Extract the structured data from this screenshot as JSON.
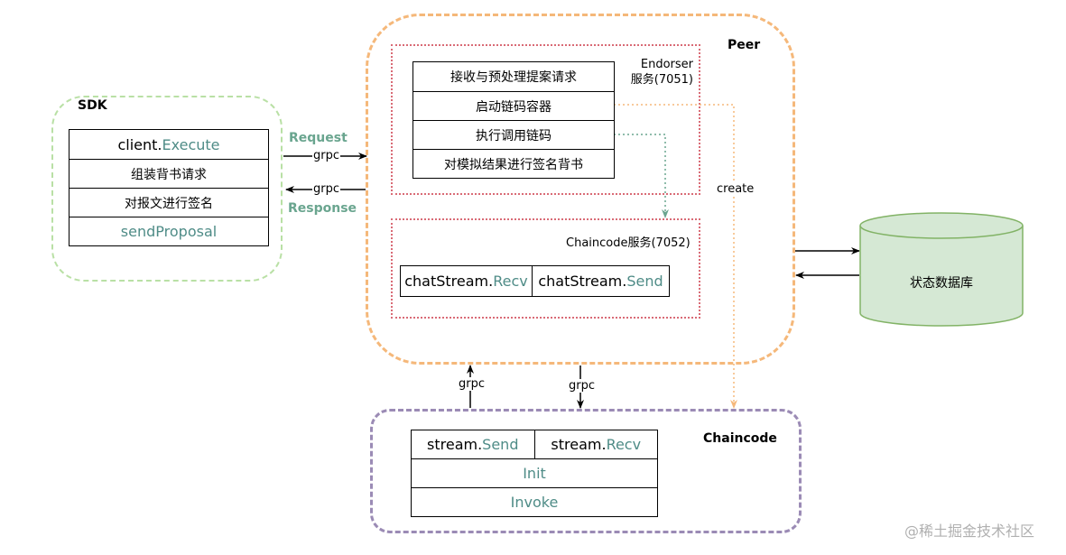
{
  "sdk": {
    "title": "SDK",
    "rows": [
      {
        "plain": "client.",
        "accent": "Execute"
      },
      {
        "plain": "组装背书请求",
        "accent": ""
      },
      {
        "plain": "对报文进行签名",
        "accent": ""
      },
      {
        "plain": "",
        "accent": "sendProposal"
      }
    ]
  },
  "arrows": {
    "request": "Request",
    "response": "Response",
    "grpc_req": "grpc",
    "grpc_resp": "grpc",
    "grpc_up": "grpc",
    "grpc_down": "grpc",
    "create": "create"
  },
  "peer": {
    "title": "Peer",
    "endorser": {
      "label_line1": "Endorser",
      "label_line2": "服务(7051)",
      "rows": [
        "接收与预处理提案请求",
        "启动链码容器",
        "执行调用链码",
        "对模拟结果进行签名背书"
      ]
    },
    "chaincode_service": {
      "label": "Chaincode服务(7052)",
      "cells": [
        {
          "plain": "chatStream.",
          "accent": "Recv"
        },
        {
          "plain": "chatStream.",
          "accent": "Send"
        }
      ]
    }
  },
  "database": {
    "label": "状态数据库"
  },
  "chaincode": {
    "title": "Chaincode",
    "top_cells": [
      {
        "plain": "stream.",
        "accent": "Send"
      },
      {
        "plain": "stream.",
        "accent": "Recv"
      }
    ],
    "rows": [
      "Init",
      "Invoke"
    ]
  },
  "watermark": "@稀土掘金技术社区",
  "colors": {
    "sdk_border": "#b9e0a5",
    "peer_border": "#f5b87a",
    "chaincode_border": "#9b8bb5",
    "endorser_dot": "#d96b76",
    "accent_text": "#4f8c87",
    "db_fill": "#d5e8d4",
    "db_stroke": "#82b366"
  }
}
